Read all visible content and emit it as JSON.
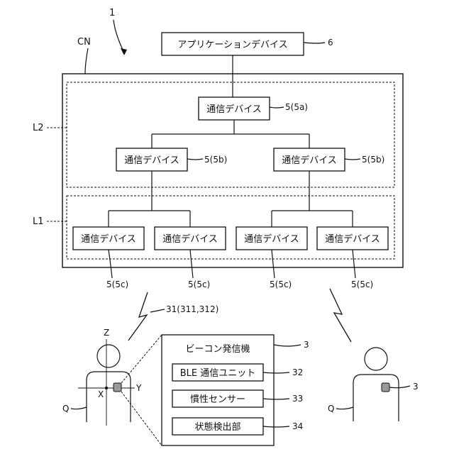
{
  "figure_number": "1",
  "network_label": "CN",
  "layer_labels": {
    "upper": "L2",
    "lower": "L1"
  },
  "app_device": {
    "label": "アプリケーションデバイス",
    "ref": "6"
  },
  "comm_top": {
    "label": "通信デバイス",
    "ref": "5(5a)"
  },
  "comm_mid": [
    {
      "label": "通信デバイス",
      "ref": "5(5b)"
    },
    {
      "label": "通信デバイス",
      "ref": "5(5b)"
    }
  ],
  "comm_bottom": [
    {
      "label": "通信デバイス",
      "ref": "5(5c)"
    },
    {
      "label": "通信デバイス",
      "ref": "5(5c)"
    },
    {
      "label": "通信デバイス",
      "ref": "5(5c)"
    },
    {
      "label": "通信デバイス",
      "ref": "5(5c)"
    }
  ],
  "wireless_ref": "31(311,312)",
  "beacon": {
    "title": "ビーコン発信機",
    "ref": "3",
    "units": [
      {
        "label": "BLE 通信ユニット",
        "ref": "32"
      },
      {
        "label": "慣性センサー",
        "ref": "33"
      },
      {
        "label": "状態検出部",
        "ref": "34"
      }
    ]
  },
  "axes": {
    "x": "X",
    "y": "Y",
    "z": "Z"
  },
  "person_left_label": "Q",
  "person_right_label": "Q",
  "person_right_device_ref": "3"
}
